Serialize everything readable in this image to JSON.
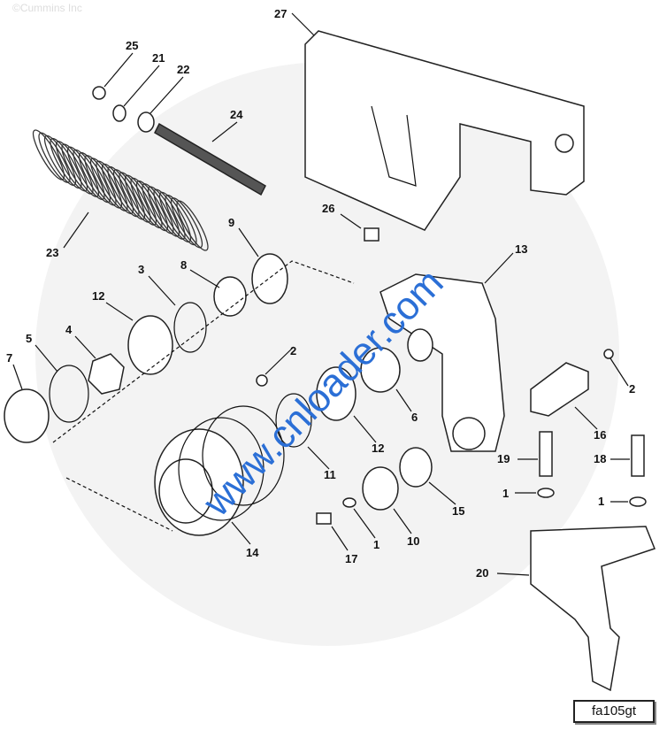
{
  "copyright": "©Cummins Inc",
  "watermark": "www.cnloader.com",
  "drawing_code": "fa105gt",
  "callouts": [
    "27",
    "25",
    "21",
    "22",
    "24",
    "23",
    "9",
    "8",
    "3",
    "12",
    "4",
    "5",
    "7",
    "26",
    "13",
    "2",
    "6",
    "12",
    "11",
    "2",
    "16",
    "19",
    "18",
    "1",
    "1",
    "15",
    "10",
    "17",
    "1",
    "14",
    "20"
  ],
  "colors": {
    "watermark": "#2b6fd6",
    "ink": "#111111"
  }
}
